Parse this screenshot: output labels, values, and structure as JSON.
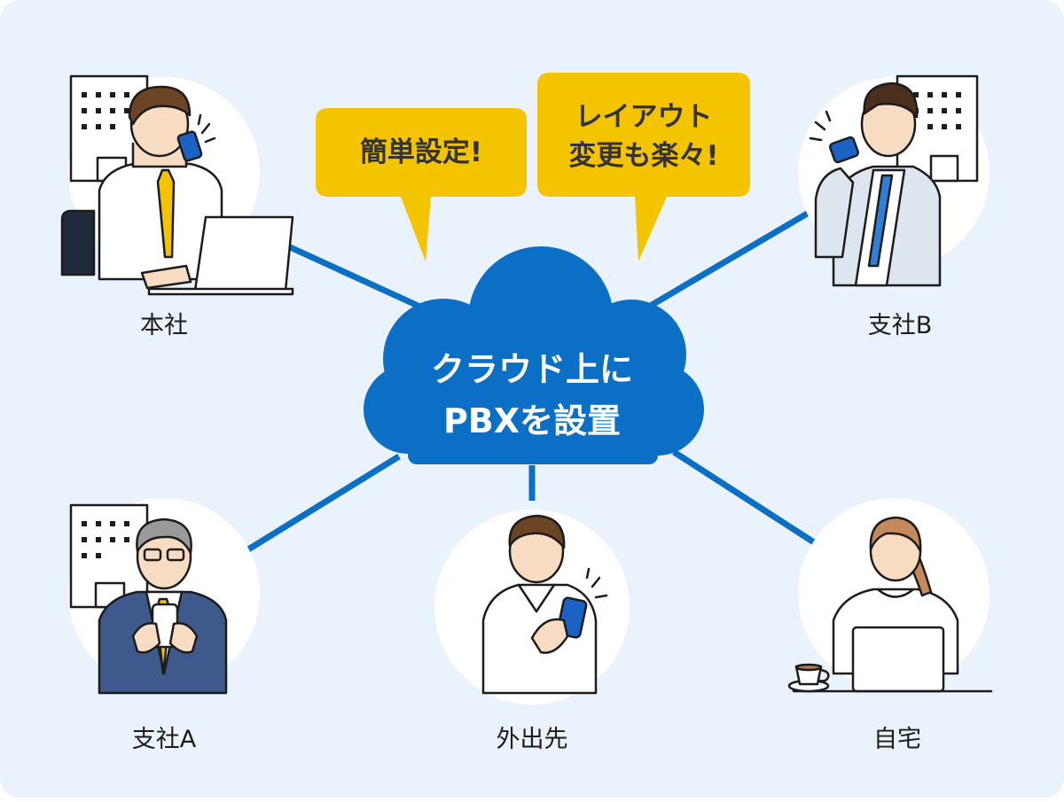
{
  "colors": {
    "background": "#eaf3fc",
    "cloud": "#0b6fc5",
    "connector": "#0b6fc5",
    "bubble": "#f5c400",
    "circle": "#ffffff"
  },
  "cloud": {
    "line1": "クラウド上に",
    "line2": "PBXを設置"
  },
  "bubbles": [
    {
      "lines": [
        "簡単設定!"
      ]
    },
    {
      "lines": [
        "レイアウト",
        "変更も楽々!"
      ]
    }
  ],
  "nodes": {
    "honsha": {
      "label": "本社",
      "icons": [
        "office-building-icon",
        "person-phone-laptop-icon"
      ]
    },
    "shisha_b": {
      "label": "支社B",
      "icons": [
        "office-building-icon",
        "person-phone-icon"
      ]
    },
    "shisha_a": {
      "label": "支社A",
      "icons": [
        "office-building-icon",
        "person-smartphone-icon"
      ]
    },
    "gaishutsusaki": {
      "label": "外出先",
      "icons": [
        "person-smartphone-icon"
      ]
    },
    "jitaku": {
      "label": "自宅",
      "icons": [
        "person-laptop-icon",
        "coffee-cup-icon"
      ]
    }
  }
}
